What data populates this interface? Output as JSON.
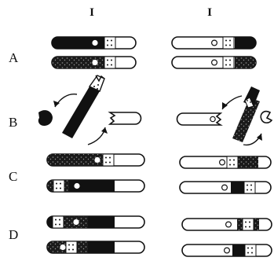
{
  "figure": {
    "column_headers": [
      "I",
      "I"
    ],
    "row_labels": [
      "A",
      "B",
      "C",
      "D"
    ]
  }
}
